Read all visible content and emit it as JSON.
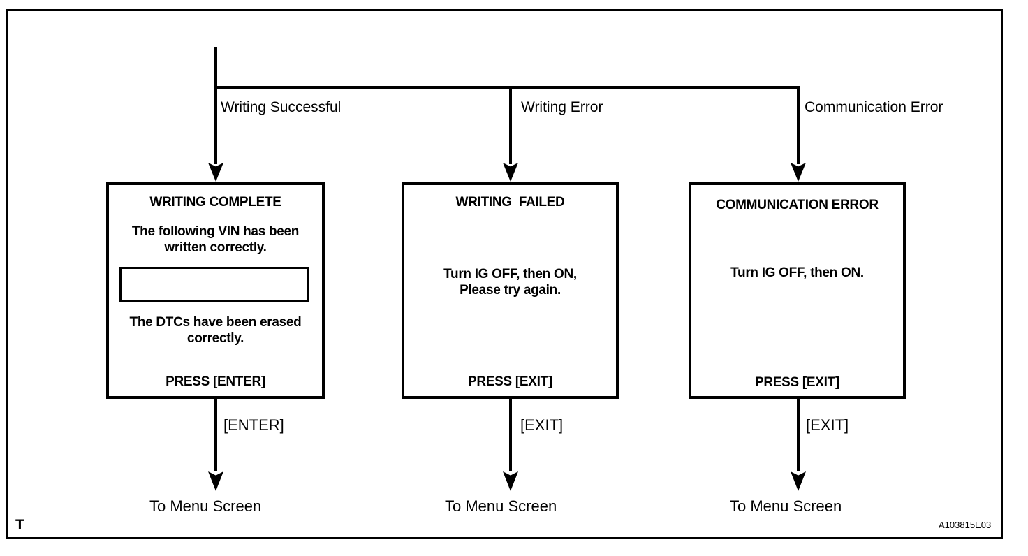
{
  "diagram": {
    "background_color": "#ffffff",
    "ink_color": "#000000",
    "corner_label": "T",
    "figure_code": "A103815E03",
    "branches": [
      {
        "label": "Writing Successful",
        "screen": {
          "title": "WRITING COMPLETE",
          "message_top": "The following VIN has been\nwritten correctly.",
          "vin_field_value": "",
          "message_bottom": "The DTCs have been erased\ncorrectly.",
          "press": "PRESS [ENTER]"
        },
        "key": "[ENTER]",
        "destination": "To Menu Screen"
      },
      {
        "label": "Writing Error",
        "screen": {
          "title": "WRITING  FAILED",
          "message": "Turn IG OFF, then ON,\nPlease try again.",
          "press": "PRESS [EXIT]"
        },
        "key": "[EXIT]",
        "destination": "To Menu Screen"
      },
      {
        "label": "Communication Error",
        "screen": {
          "title": "COMMUNICATION ERROR",
          "message": "Turn IG OFF, then ON.",
          "press": "PRESS [EXIT]"
        },
        "key": "[EXIT]",
        "destination": "To Menu Screen"
      }
    ]
  }
}
